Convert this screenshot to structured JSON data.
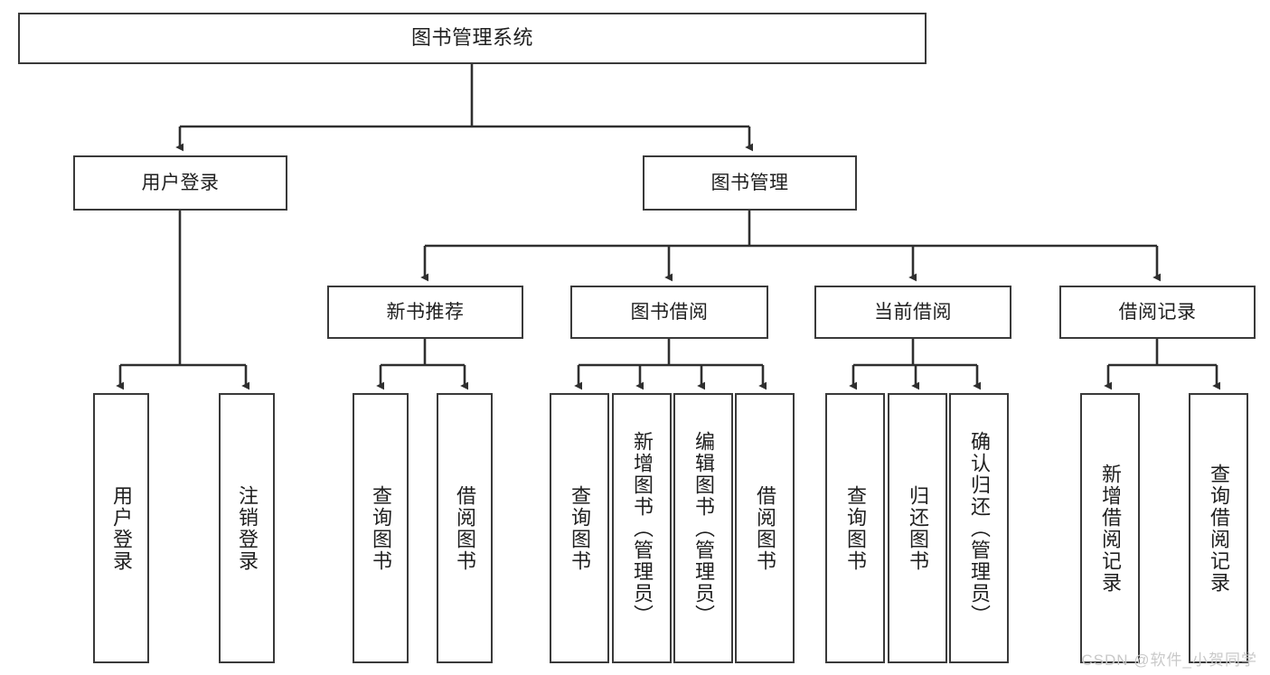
{
  "diagram": {
    "title": "图书管理系统",
    "type": "tree-hierarchy",
    "orientation": "top-down",
    "colors": {
      "box_border": "#3a3a3a",
      "box_fill": "#ffffff",
      "edge": "#2f2f2f",
      "text": "#1f1f1f",
      "watermark": "#c9c9c9",
      "background": "#ffffff"
    }
  },
  "root": {
    "label": "图书管理系统"
  },
  "level2": [
    {
      "label": "用户登录"
    },
    {
      "label": "图书管理"
    }
  ],
  "level3": [
    {
      "label": "新书推荐"
    },
    {
      "label": "图书借阅"
    },
    {
      "label": "当前借阅"
    },
    {
      "label": "借阅记录"
    }
  ],
  "leaves": {
    "user_login": [
      {
        "label": "用户登录"
      },
      {
        "label": "注销登录"
      }
    ],
    "new_book_recommend": [
      {
        "label": "查询图书"
      },
      {
        "label": "借阅图书"
      }
    ],
    "book_borrow": [
      {
        "label": "查询图书"
      },
      {
        "label": "新增图书（管理员）"
      },
      {
        "label": "编辑图书（管理员）"
      },
      {
        "label": "借阅图书"
      }
    ],
    "current_borrow": [
      {
        "label": "查询图书"
      },
      {
        "label": "归还图书"
      },
      {
        "label": "确认归还（管理员）"
      }
    ],
    "borrow_record": [
      {
        "label": "新增借阅记录"
      },
      {
        "label": "查询借阅记录"
      }
    ]
  },
  "watermark": {
    "text": "CSDN @软件_小贺同学"
  }
}
